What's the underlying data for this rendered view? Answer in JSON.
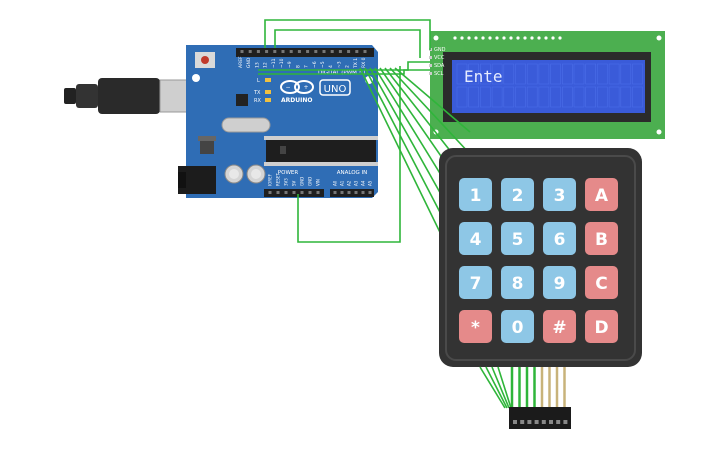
{
  "arduino": {
    "brand": "ARDUINO",
    "model": "UNO",
    "digital_label": "DIGITAL (PWM ~)",
    "power_label": "POWER",
    "analog_label": "ANALOG IN",
    "led_l": "L",
    "led_tx": "TX",
    "led_rx": "RX",
    "power_pins": [
      "IOREF",
      "RESET",
      "3V3",
      "5V",
      "GND",
      "GND",
      "VIN"
    ],
    "analog_pins": [
      "A0",
      "A1",
      "A2",
      "A3",
      "A4",
      "A5"
    ],
    "digital_pins": [
      "AREF",
      "GND",
      "13",
      "12",
      "~11",
      "~10",
      "~9",
      "8",
      "7",
      "~6",
      "~5",
      "4",
      "~3",
      "2",
      "TX 1",
      "RX 0"
    ]
  },
  "lcd": {
    "text": "Ente",
    "pins": [
      "GND",
      "VCC",
      "SDA",
      "SCL"
    ]
  },
  "keypad": {
    "keys": [
      [
        "1",
        "2",
        "3",
        "A"
      ],
      [
        "4",
        "5",
        "6",
        "B"
      ],
      [
        "7",
        "8",
        "9",
        "C"
      ],
      [
        "*",
        "0",
        "#",
        "D"
      ]
    ]
  },
  "colors": {
    "pcb": "#2f6db5",
    "wire": "#2fb53a",
    "lcd_board": "#4caf50",
    "lcd_screen": "#3a5bd9",
    "key_blue": "#8ec7e6",
    "key_red": "#e58a8a",
    "keypad_body": "#333333"
  }
}
